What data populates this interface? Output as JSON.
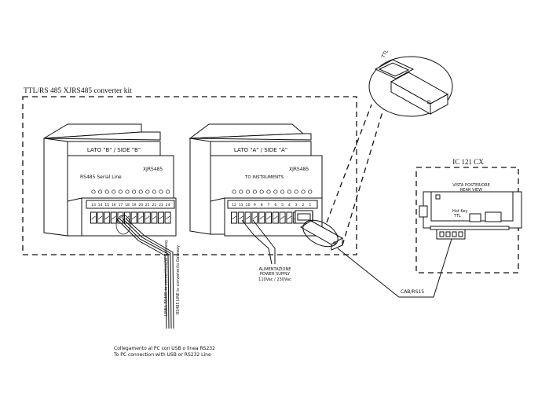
{
  "kit": {
    "title": "TTL/RS 485 XJRS485 converter kit"
  },
  "module_b": {
    "side_label": "LATO \"B\" / SIDE \"B\"",
    "model": "XJRS485",
    "serial_label": "RS485 Serial Line",
    "terminal_numbers": [
      "13",
      "14",
      "15",
      "16",
      "17",
      "18",
      "19",
      "20",
      "21",
      "22",
      "23",
      "24"
    ]
  },
  "module_a": {
    "side_label": "LATO \"A\" / SIDE \"A\"",
    "model": "XJRS485",
    "instruments_label": "TO INSTRUMENTS",
    "terminal_numbers": [
      "12",
      "11",
      "10",
      "9",
      "8",
      "7",
      "6",
      "5",
      "4",
      "3",
      "2",
      "1"
    ]
  },
  "power": {
    "line1": "ALIMENTAZIONE",
    "line2": "POWER SUPPLY",
    "line3": "110Vac / 230Vac"
  },
  "rs485_lines": {
    "line1": "LINEA RS485 to convertitore/di Gateway",
    "line2": "RS485 LINE to converter/to Gateway"
  },
  "pc_connection": {
    "line1": "Collegamento al PC con USB o linea RS232",
    "line2": "To PC connection with USB or RS232 Line"
  },
  "cable": {
    "label": "CAB/RS15"
  },
  "controller": {
    "title": "IC 121 CX",
    "rear_view_1": "VISTA POSTERIORE",
    "rear_view_2": "REAR VIEW",
    "hotkey_1": "Hot Key",
    "hotkey_2": "TTL"
  },
  "zoom": {
    "label": "TTL"
  }
}
